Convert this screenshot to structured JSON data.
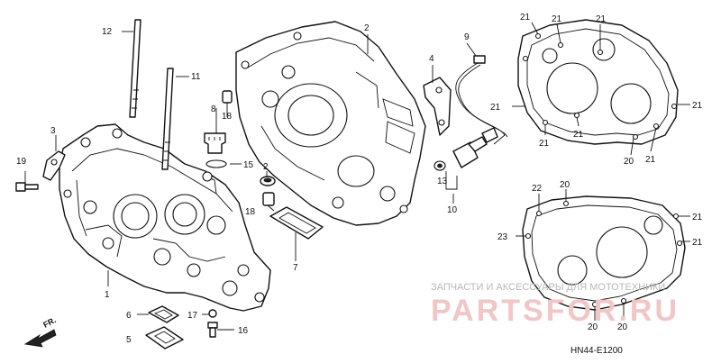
{
  "diagram": {
    "callouts": {
      "p1": "1",
      "p2a": "2",
      "p2b": "2",
      "p3": "3",
      "p4": "4",
      "p5": "5",
      "p6": "6",
      "p7": "7",
      "p8": "8",
      "p9": "9",
      "p10": "10",
      "p11": "11",
      "p12": "12",
      "p13": "13",
      "p15": "15",
      "p16": "16",
      "p17": "17",
      "p18a": "18",
      "p18b": "18",
      "p19": "19",
      "p20a": "20",
      "p20b": "20",
      "p20c": "20",
      "p20d": "20",
      "p21a": "21",
      "p21b": "21",
      "p21c": "21",
      "p21d": "21",
      "p21e": "21",
      "p21f": "21",
      "p21g": "21",
      "p21h": "21",
      "p21i": "21",
      "p22": "22",
      "p23": "23"
    },
    "front_marker": "FR.",
    "diagram_code": "HN44-E1200",
    "watermark_text": "ЗАПЧАСТИ И АКСЕССУАРЫ ДЛЯ МОТОТЕХНИКИ",
    "watermark_logo": "PARTSFOR.RU"
  }
}
